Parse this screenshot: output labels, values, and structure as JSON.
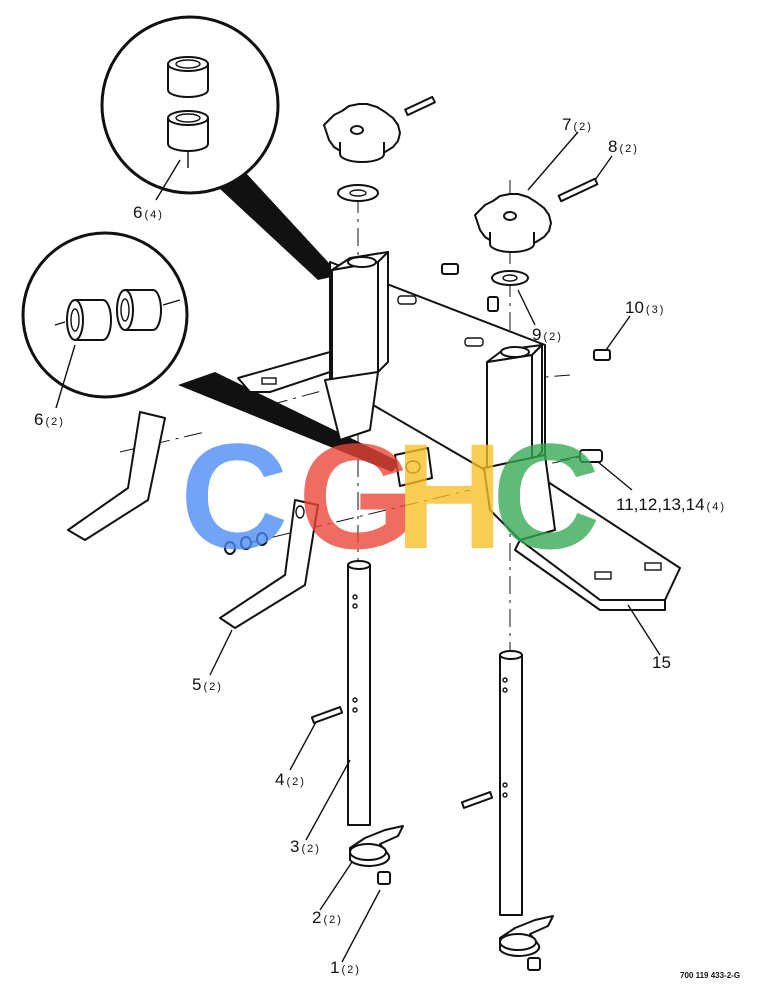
{
  "callouts": [
    {
      "num": "1",
      "qty": "(2)"
    },
    {
      "num": "2",
      "qty": "(2)"
    },
    {
      "num": "3",
      "qty": "(2)"
    },
    {
      "num": "4",
      "qty": "(2)"
    },
    {
      "num": "5",
      "qty": "(2)"
    },
    {
      "num": "6",
      "qty": "(4)"
    },
    {
      "num": "6",
      "qty": "(2)"
    },
    {
      "num": "7",
      "qty": "(2)"
    },
    {
      "num": "8",
      "qty": "(2)"
    },
    {
      "num": "9",
      "qty": "(2)"
    },
    {
      "num": "10",
      "qty": "(3)"
    },
    {
      "num": "11,12,13,14",
      "qty": "(4)"
    },
    {
      "num": "15",
      "qty": ""
    }
  ],
  "drawing_number": "700 119 433-2-G",
  "watermark": {
    "letters": [
      "C",
      "G",
      "H",
      "C"
    ],
    "colors": [
      "#4a8af4",
      "#ea4335",
      "#f6c026",
      "#34a853"
    ]
  }
}
